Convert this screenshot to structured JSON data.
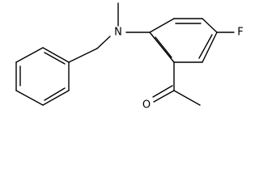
{
  "molecule": {
    "atom_labels": {
      "nitrogen": "N",
      "fluorine": "F",
      "oxygen": "O"
    },
    "colors": {
      "bond": "#000000",
      "background": "#ffffff"
    }
  }
}
